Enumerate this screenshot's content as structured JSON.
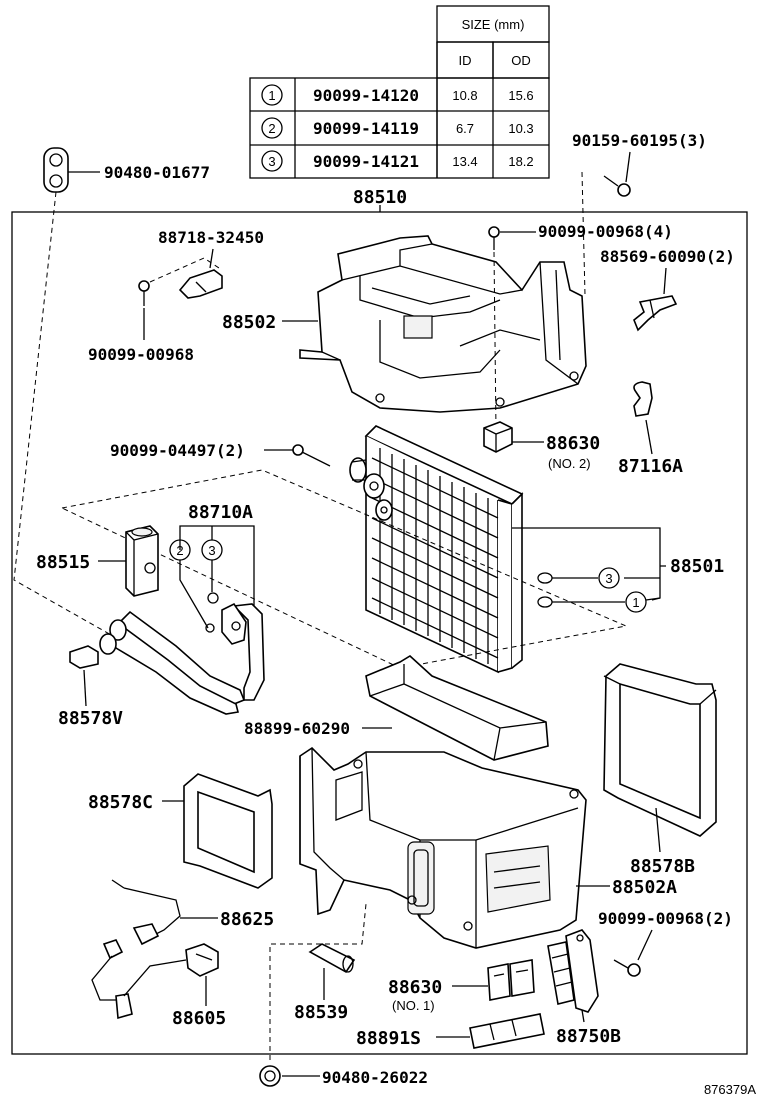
{
  "size_table": {
    "header": "SIZE (mm)",
    "col_id": "ID",
    "col_od": "OD",
    "rows": [
      {
        "num": "1",
        "part": "90099-14120",
        "id": "10.8",
        "od": "15.6"
      },
      {
        "num": "2",
        "part": "90099-14119",
        "id": "6.7",
        "od": "10.3"
      },
      {
        "num": "3",
        "part": "90099-14121",
        "id": "13.4",
        "od": "18.2"
      }
    ]
  },
  "labels": {
    "p90480_01677": "90480-01677",
    "p90159_60195": "90159-60195(3)",
    "p88510": "88510",
    "p88718_32450": "88718-32450",
    "p90099_00968_4": "90099-00968(4)",
    "p88569_60090": "88569-60090(2)",
    "p88502": "88502",
    "p90099_00968": "90099-00968",
    "p90099_04497": "90099-04497(2)",
    "p88630": "88630",
    "p88630_no2": "(NO. 2)",
    "p87116A": "87116A",
    "p88710A": "88710A",
    "p88515": "88515",
    "p88501": "88501",
    "p88578V": "88578V",
    "p88899_60290": "88899-60290",
    "p88578C": "88578C",
    "p88578B": "88578B",
    "p88502A": "88502A",
    "p88625": "88625",
    "p90099_00968_2": "90099-00968(2)",
    "p88605": "88605",
    "p88539": "88539",
    "p88630b": "88630",
    "p88630_no1": "(NO. 1)",
    "p88750B": "88750B",
    "p88891S": "88891S",
    "p90480_26022": "90480-26022",
    "diagram_id": "876379A"
  },
  "callouts": {
    "c2": "2",
    "c3": "3",
    "c3b": "3",
    "c1": "1"
  }
}
